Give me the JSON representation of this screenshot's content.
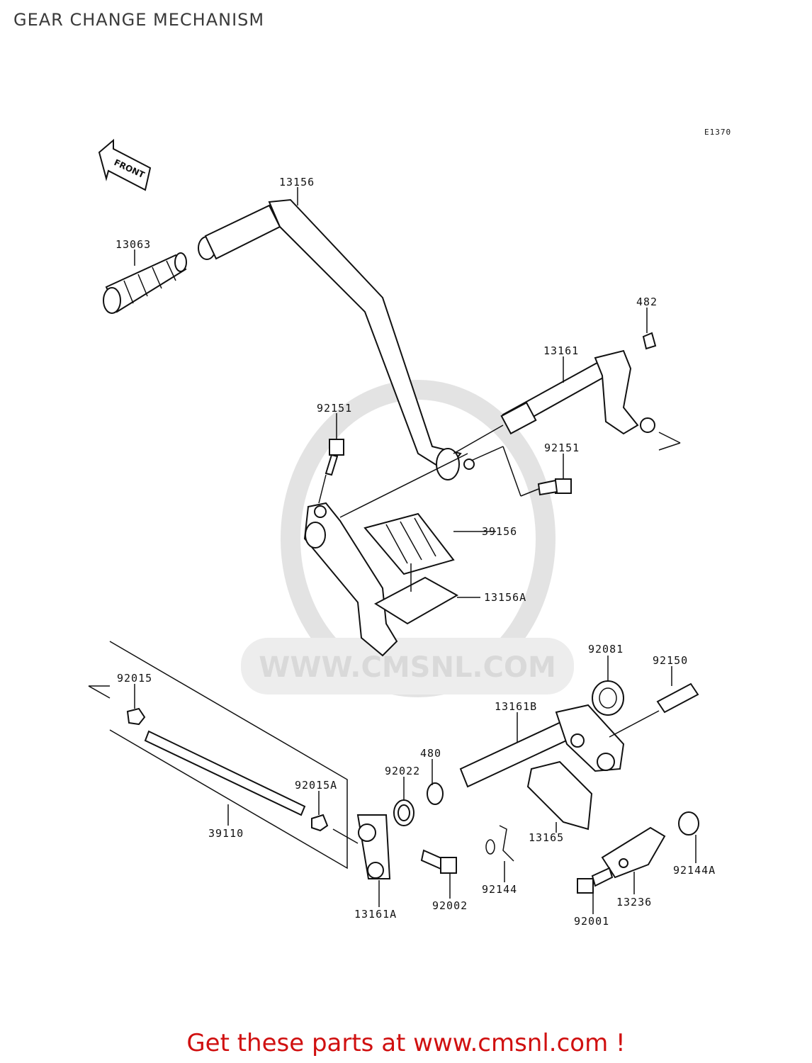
{
  "title": "GEAR CHANGE MECHANISM",
  "diagram_code": "E1370",
  "front_label": "FRONT",
  "watermark": "WWW.CMSNL.COM",
  "footer": "Get these parts at www.cmsnl.com !",
  "parts": [
    {
      "id": "13156",
      "label": "13156"
    },
    {
      "id": "13063",
      "label": "13063"
    },
    {
      "id": "482",
      "label": "482"
    },
    {
      "id": "13161",
      "label": "13161"
    },
    {
      "id": "92151-top",
      "label": "92151"
    },
    {
      "id": "92151-right",
      "label": "92151"
    },
    {
      "id": "39156",
      "label": "39156"
    },
    {
      "id": "13156A",
      "label": "13156A"
    },
    {
      "id": "92081",
      "label": "92081"
    },
    {
      "id": "92150",
      "label": "92150"
    },
    {
      "id": "92015",
      "label": "92015"
    },
    {
      "id": "13161B",
      "label": "13161B"
    },
    {
      "id": "480",
      "label": "480"
    },
    {
      "id": "92022",
      "label": "92022"
    },
    {
      "id": "92015A",
      "label": "92015A"
    },
    {
      "id": "39110",
      "label": "39110"
    },
    {
      "id": "13165",
      "label": "13165"
    },
    {
      "id": "92144",
      "label": "92144"
    },
    {
      "id": "92144A",
      "label": "92144A"
    },
    {
      "id": "13236",
      "label": "13236"
    },
    {
      "id": "92002",
      "label": "92002"
    },
    {
      "id": "13161A",
      "label": "13161A"
    },
    {
      "id": "92001",
      "label": "92001"
    }
  ]
}
